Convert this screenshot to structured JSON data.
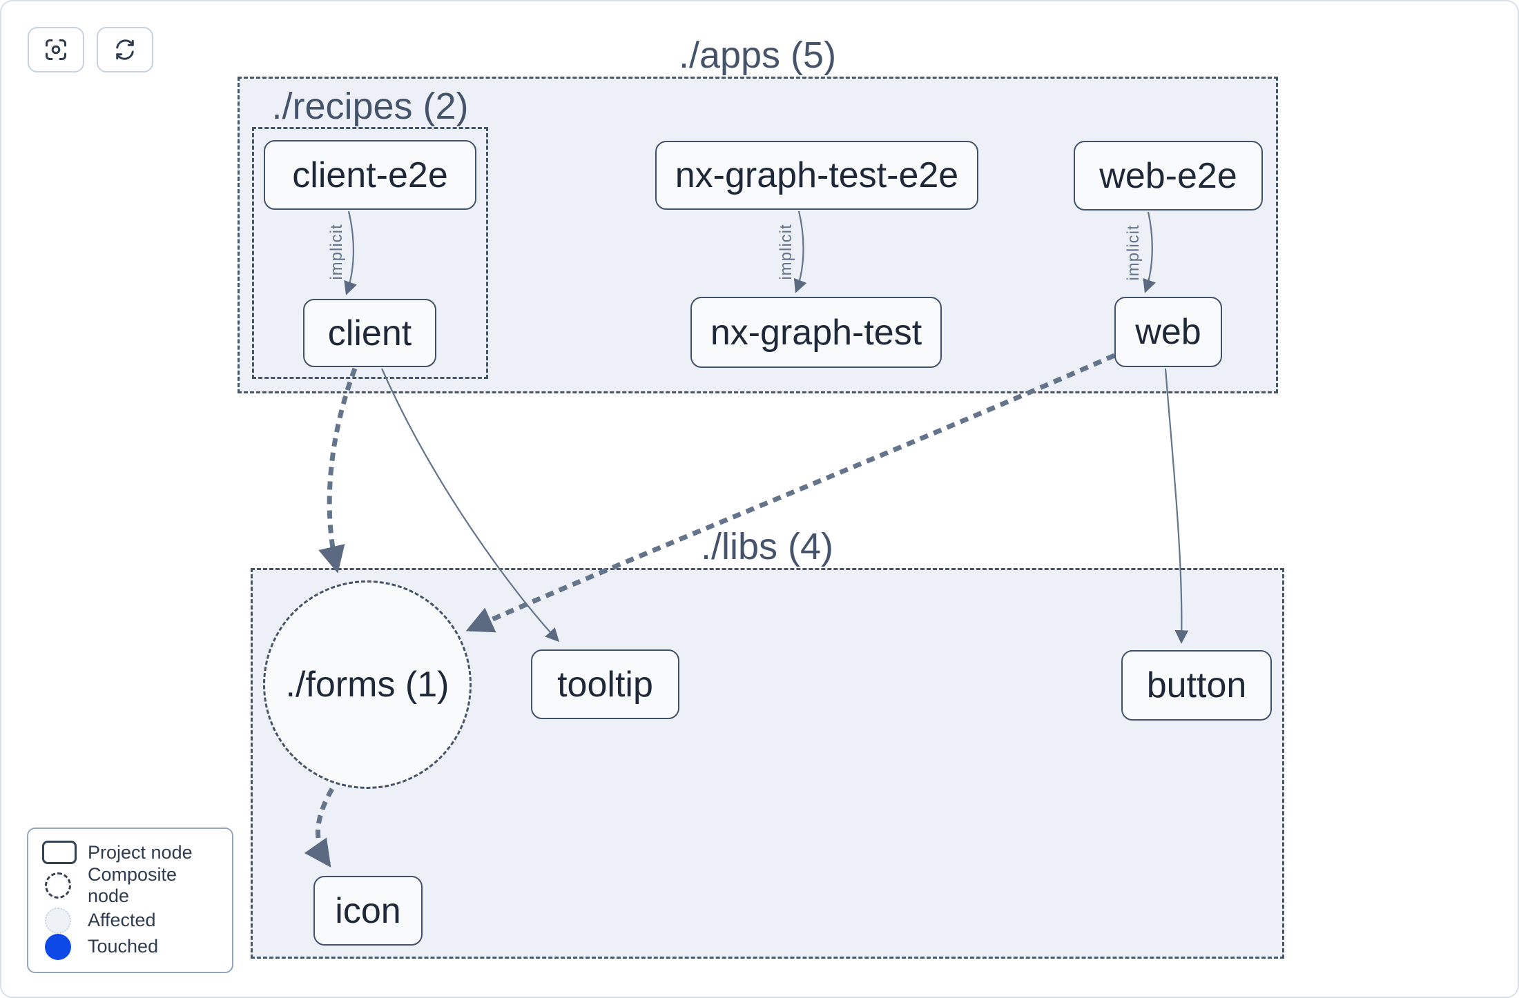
{
  "toolbar": {
    "focus_button": {
      "icon": "focus-target-icon"
    },
    "refresh_button": {
      "icon": "refresh-icon"
    }
  },
  "graph": {
    "groups": {
      "apps": {
        "label": "./apps (5)"
      },
      "recipes": {
        "label": "./recipes (2)"
      },
      "libs": {
        "label": "./libs (4)"
      },
      "forms": {
        "label": "./forms (1)"
      }
    },
    "nodes": {
      "client_e2e": "client-e2e",
      "nx_graph_test_e2e": "nx-graph-test-e2e",
      "web_e2e": "web-e2e",
      "client": "client",
      "nx_graph_test": "nx-graph-test",
      "web": "web",
      "tooltip": "tooltip",
      "button": "button",
      "icon": "icon"
    },
    "edge_labels": {
      "implicit": "implicit"
    },
    "edges": [
      {
        "from": "client-e2e",
        "to": "client",
        "type": "implicit"
      },
      {
        "from": "nx-graph-test-e2e",
        "to": "nx-graph-test",
        "type": "implicit"
      },
      {
        "from": "web-e2e",
        "to": "web",
        "type": "implicit"
      },
      {
        "from": "client",
        "to": "tooltip",
        "type": "static"
      },
      {
        "from": "web",
        "to": "button",
        "type": "static"
      },
      {
        "from": "client",
        "to": "./forms",
        "type": "composite"
      },
      {
        "from": "web",
        "to": "./forms",
        "type": "composite"
      },
      {
        "from": "./forms",
        "to": "icon",
        "type": "composite"
      }
    ]
  },
  "legend": {
    "items": [
      {
        "label": "Project node",
        "swatch": "project-rect-swatch"
      },
      {
        "label": "Composite node",
        "swatch": "composite-circle-swatch"
      },
      {
        "label": "Affected",
        "swatch": "affected-circle-swatch"
      },
      {
        "label": "Touched",
        "swatch": "touched-circle-swatch"
      }
    ]
  },
  "colors": {
    "touched_blue": "#0d49e7",
    "affected_fill": "#eef1f6",
    "group_fill": "#edf1f7",
    "node_fill": "#f8fafc",
    "node_border": "#42516b",
    "edge": "#64748b",
    "node_text": "#1e2838",
    "group_label_text": "#46546b",
    "canvas_border": "#d9dfe9"
  }
}
